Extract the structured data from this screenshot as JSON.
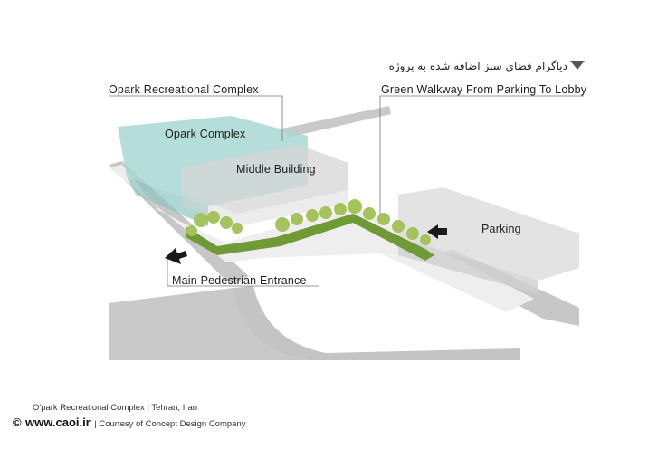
{
  "persian_title": "دیاگرام فضای سبز اضافه شده به پروژه",
  "labels": {
    "opark_recreational_complex": "Opark Recreational Complex",
    "green_walkway": "Green Walkway From Parking To Lobby",
    "opark_complex": "Opark Complex",
    "middle_building": "Middle Building",
    "parking": "Parking",
    "main_pedestrian_entrance": "Main Pedestrian Entrance"
  },
  "footer": {
    "project": "O'park Recreational Complex",
    "location": "Tehran, Iran",
    "brand": "www.caoi.ir",
    "courtesy": "Courtesy of Concept Design Company"
  },
  "colors": {
    "road": "#c7c7c7",
    "glass": "#9fd3d0",
    "green": "#6f9a36",
    "tree": "#a4c35c"
  }
}
